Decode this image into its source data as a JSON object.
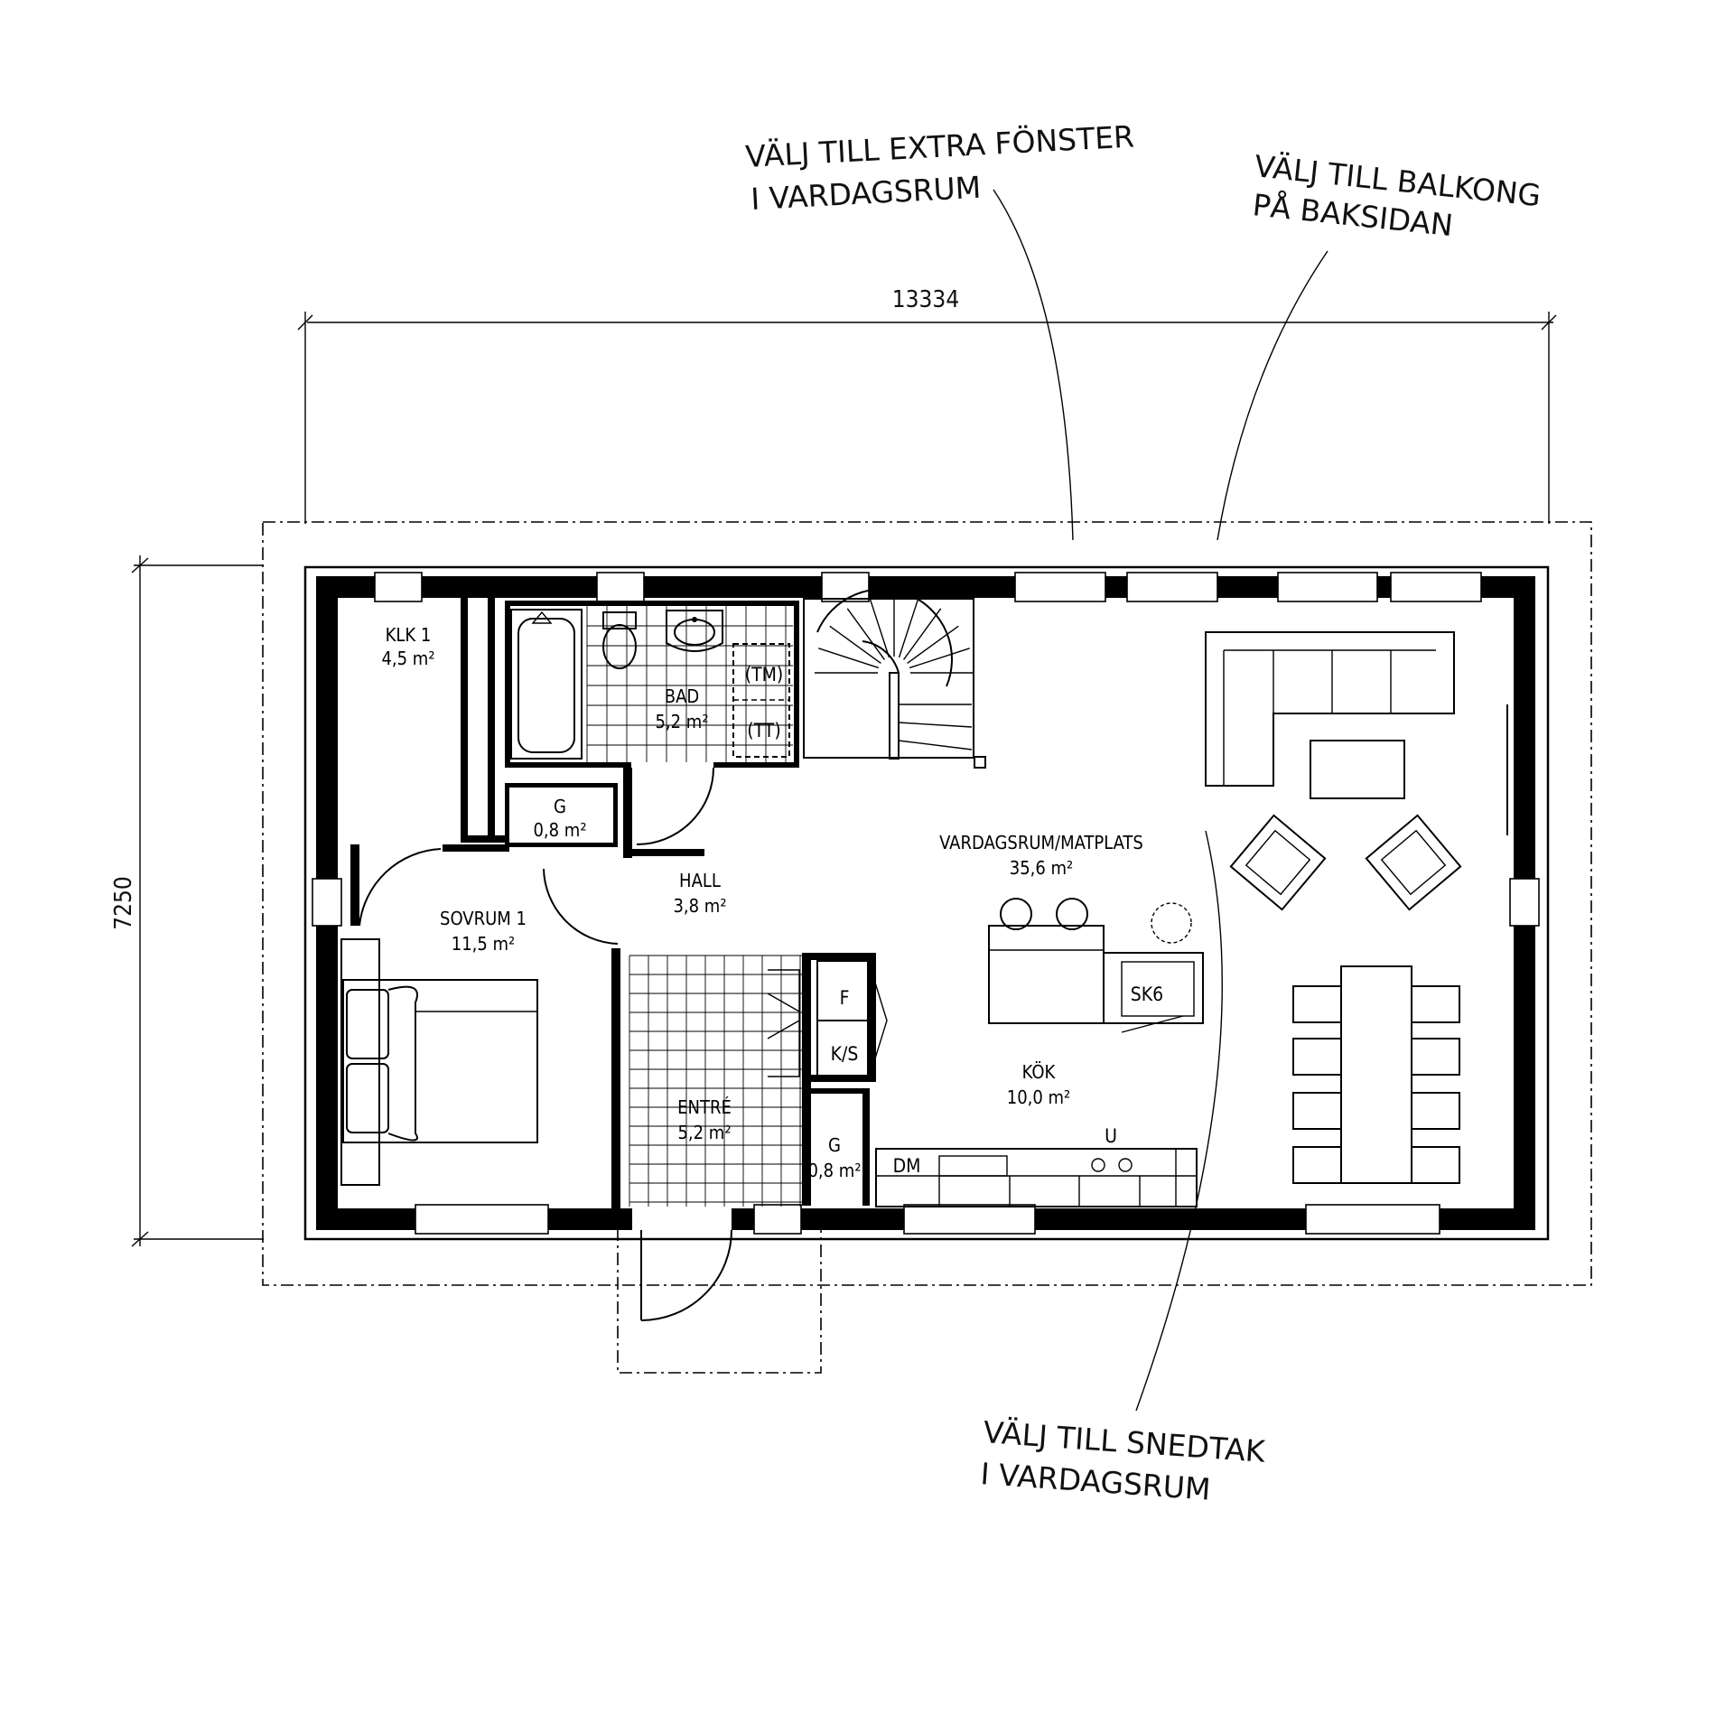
{
  "dimensions": {
    "width": "13334",
    "depth": "7250"
  },
  "rooms": {
    "klk": {
      "name": "KLK 1",
      "area": "4,5 m²"
    },
    "bad": {
      "name": "BAD",
      "area": "5,2 m²"
    },
    "g_hall": {
      "name": "G",
      "area": "0,8 m²"
    },
    "hall": {
      "name": "HALL",
      "area": "3,8 m²"
    },
    "sovrum": {
      "name": "SOVRUM 1",
      "area": "11,5 m²"
    },
    "vardagsrum": {
      "name": "VARDAGSRUM/MATPLATS",
      "area": "35,6 m²"
    },
    "entre": {
      "name": "ENTRÉ",
      "area": "5,2 m²"
    },
    "g_entre": {
      "name": "G",
      "area": "0,8 m²"
    },
    "kok": {
      "name": "KÖK",
      "area": "10,0 m²"
    }
  },
  "fixtures": {
    "tm": "(TM)",
    "tt": "(TT)",
    "f": "F",
    "ks": "K/S",
    "sk6": "SK6",
    "dm": "DM",
    "u": "U"
  },
  "callouts": {
    "extra_fonster_line1": "VÄLJ TILL EXTRA FÖNSTER",
    "extra_fonster_line2": "I VARDAGSRUM",
    "balkong_line1": "VÄLJ TILL BALKONG",
    "balkong_line2": "PÅ BAKSIDAN",
    "snedtak_line1": "VÄLJ TILL SNEDTAK",
    "snedtak_line2": "I VARDAGSRUM"
  }
}
